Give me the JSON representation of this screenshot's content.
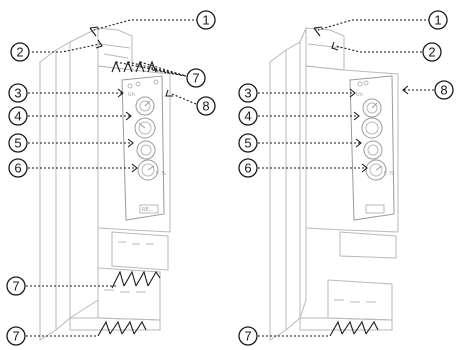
{
  "left_device": {
    "callouts": [
      {
        "label": "1"
      },
      {
        "label": "2"
      },
      {
        "label": "3"
      },
      {
        "label": "4"
      },
      {
        "label": "5"
      },
      {
        "label": "6"
      },
      {
        "label": "7"
      },
      {
        "label": "8"
      },
      {
        "label": "7"
      },
      {
        "label": "7"
      }
    ],
    "face_labels": [
      "Un",
      "F..%",
      "RE..."
    ]
  },
  "right_device": {
    "callouts": [
      {
        "label": "1"
      },
      {
        "label": "2"
      },
      {
        "label": "3"
      },
      {
        "label": "8"
      },
      {
        "label": "4"
      },
      {
        "label": "5"
      },
      {
        "label": "6"
      },
      {
        "label": "7"
      }
    ],
    "face_labels": [
      "Un",
      "F..%"
    ]
  }
}
